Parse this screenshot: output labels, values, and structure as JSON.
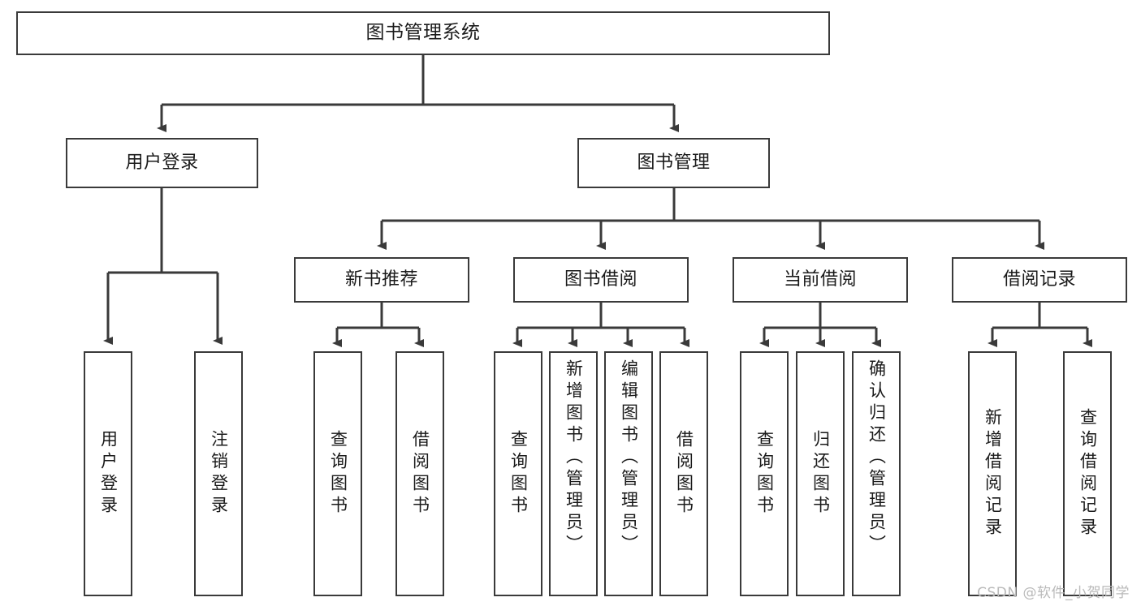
{
  "diagram": {
    "title": "图书管理系统",
    "type": "hierarchy-tree",
    "root": {
      "label": "图书管理系统"
    },
    "level2": [
      {
        "label": "用户登录"
      },
      {
        "label": "图书管理"
      }
    ],
    "level3": [
      {
        "label": "新书推荐"
      },
      {
        "label": "图书借阅"
      },
      {
        "label": "当前借阅"
      },
      {
        "label": "借阅记录"
      }
    ],
    "leaves": {
      "user_login": [
        {
          "label": "用户登录"
        },
        {
          "label": "注销登录"
        }
      ],
      "new_book_recommend": [
        {
          "label": "查询图书"
        },
        {
          "label": "借阅图书"
        }
      ],
      "book_borrow": [
        {
          "label": "查询图书"
        },
        {
          "label": "新增图书（管理员）"
        },
        {
          "label": "编辑图书（管理员）"
        },
        {
          "label": "借阅图书"
        }
      ],
      "current_borrow": [
        {
          "label": "查询图书"
        },
        {
          "label": "归还图书"
        },
        {
          "label": "确认归还（管理员）"
        }
      ],
      "borrow_record": [
        {
          "label": "新增借阅记录"
        },
        {
          "label": "查询借阅记录"
        }
      ]
    }
  },
  "watermark": {
    "text": "CSDN @软件_小贺同学"
  },
  "colors": {
    "stroke": "#3a3a3a",
    "box_fill": "#ffffff",
    "text": "#1a1a1a",
    "watermark": "#b9b9b9",
    "background": "#ffffff"
  }
}
